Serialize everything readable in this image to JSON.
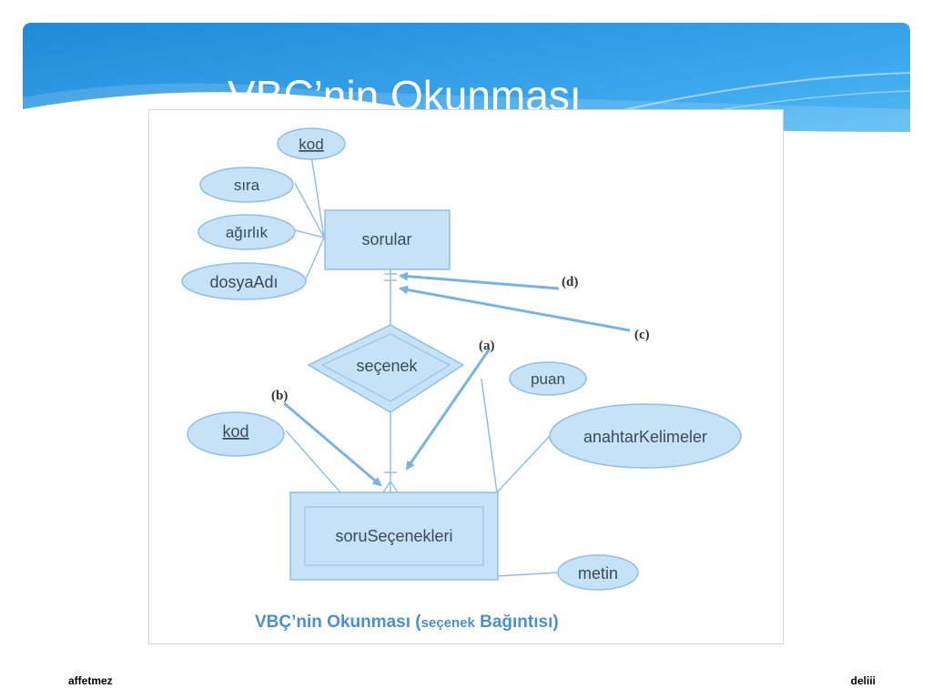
{
  "slide": {
    "title": "VBÇ’nin Okunması",
    "footer_left": "affetmez",
    "footer_right": "deliii"
  },
  "colors": {
    "banner_blue": "#2b95e2",
    "shape_fill": "#c6e2f7",
    "shape_stroke": "#8fbfe6",
    "arrow": "#7ab2e6",
    "caption": "#4a8fd4"
  },
  "diagram": {
    "entities": {
      "sorular": "sorular",
      "soru_secenekleri": "soruSeçenekleri"
    },
    "relationship": "seçenek",
    "attributes": {
      "sorular_kod": "kod",
      "sira": "sıra",
      "agirlik": "ağırlık",
      "dosya_adi": "dosyaAdı",
      "secenek_kod": "kod",
      "puan": "puan",
      "anahtar_kelimeler": "anahtarKelimeler",
      "metin": "metin"
    },
    "callouts": {
      "a": "(a)",
      "b": "(b)",
      "c": "(c)",
      "d": "(d)"
    },
    "caption": {
      "part1": "VBÇ’nin Okunması (",
      "part2": "seçenek",
      "part3": " Bağıntısı)"
    }
  }
}
